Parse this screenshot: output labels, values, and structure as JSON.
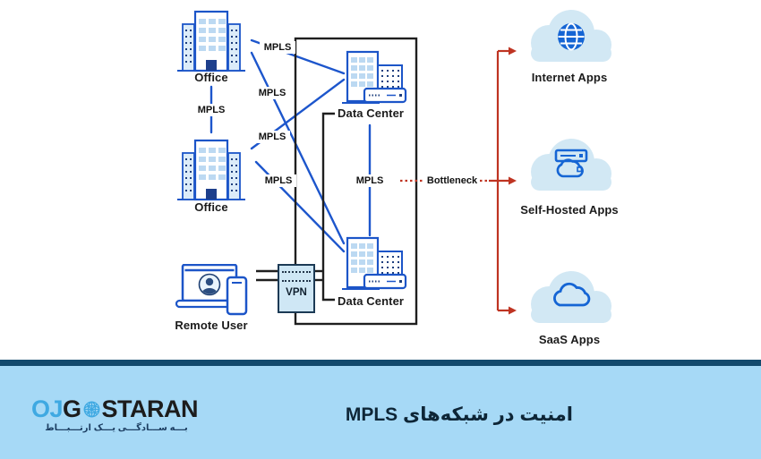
{
  "diagram": {
    "nodes": {
      "office1": {
        "label": "Office"
      },
      "office2": {
        "label": "Office"
      },
      "remote_user": {
        "label": "Remote User"
      },
      "vpn": {
        "label": "VPN"
      },
      "datacenter1": {
        "label": "Data Center"
      },
      "datacenter2": {
        "label": "Data Center"
      },
      "internet_apps": {
        "label": "Internet Apps"
      },
      "self_hosted_apps": {
        "label": "Self-Hosted Apps"
      },
      "saas_apps": {
        "label": "SaaS Apps"
      }
    },
    "edge_labels": {
      "mpls": "MPLS",
      "bottleneck": "Bottleneck"
    },
    "colors": {
      "blue_line": "#1d56cc",
      "dark_line": "#1f1f1f",
      "red_line": "#bf3422",
      "cloud_fill": "#d2e8f4",
      "icon_blue": "#1565d4",
      "building_window": "#bcd9f2",
      "building_navy": "#1e3f7e",
      "vpn_fill": "#cfe7f5"
    }
  },
  "footer": {
    "logo": {
      "part1": "OJ",
      "part2": "G",
      "part3": "STARAN",
      "tagline": "بـــه ســـادگـــی یـــک ارتـــبـــاط"
    },
    "title": "امنیت در شبکه‌های MPLS",
    "colors": {
      "banner_bg": "#a6d9f6",
      "strip": "#134a6d",
      "logo_blue": "#3fa9e2",
      "title_color": "#0e2637"
    }
  }
}
